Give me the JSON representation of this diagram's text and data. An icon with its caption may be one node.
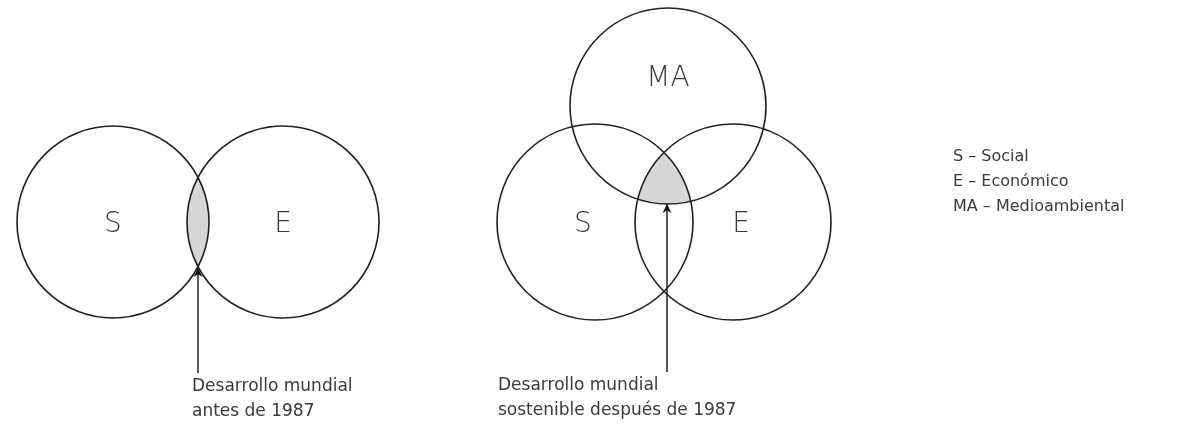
{
  "diagram": {
    "nodes": [
      {
        "text": [
          "S"
        ]
      },
      {
        "text": [
          "E"
        ]
      },
      {
        "text": [],
        "shape": "lens"
      },
      {
        "text": [
          "Desarrollo mundial antes de 1987"
        ]
      },
      {
        "text": [
          "MA"
        ]
      },
      {
        "text": [
          "S"
        ]
      },
      {
        "text": [
          "E"
        ]
      },
      {
        "text": [],
        "shape": "lens"
      },
      {
        "text": [
          "Desarrollo mundial sostenible después de 1987"
        ]
      }
    ],
    "edges": [
      {
        "from": 3,
        "to": 2,
        "arrow": "to"
      },
      {
        "from": 8,
        "to": 7,
        "arrow": "to"
      }
    ],
    "labels": [
      "S – Social",
      "E – Económico",
      "MA – Medioambiental"
    ]
  }
}
